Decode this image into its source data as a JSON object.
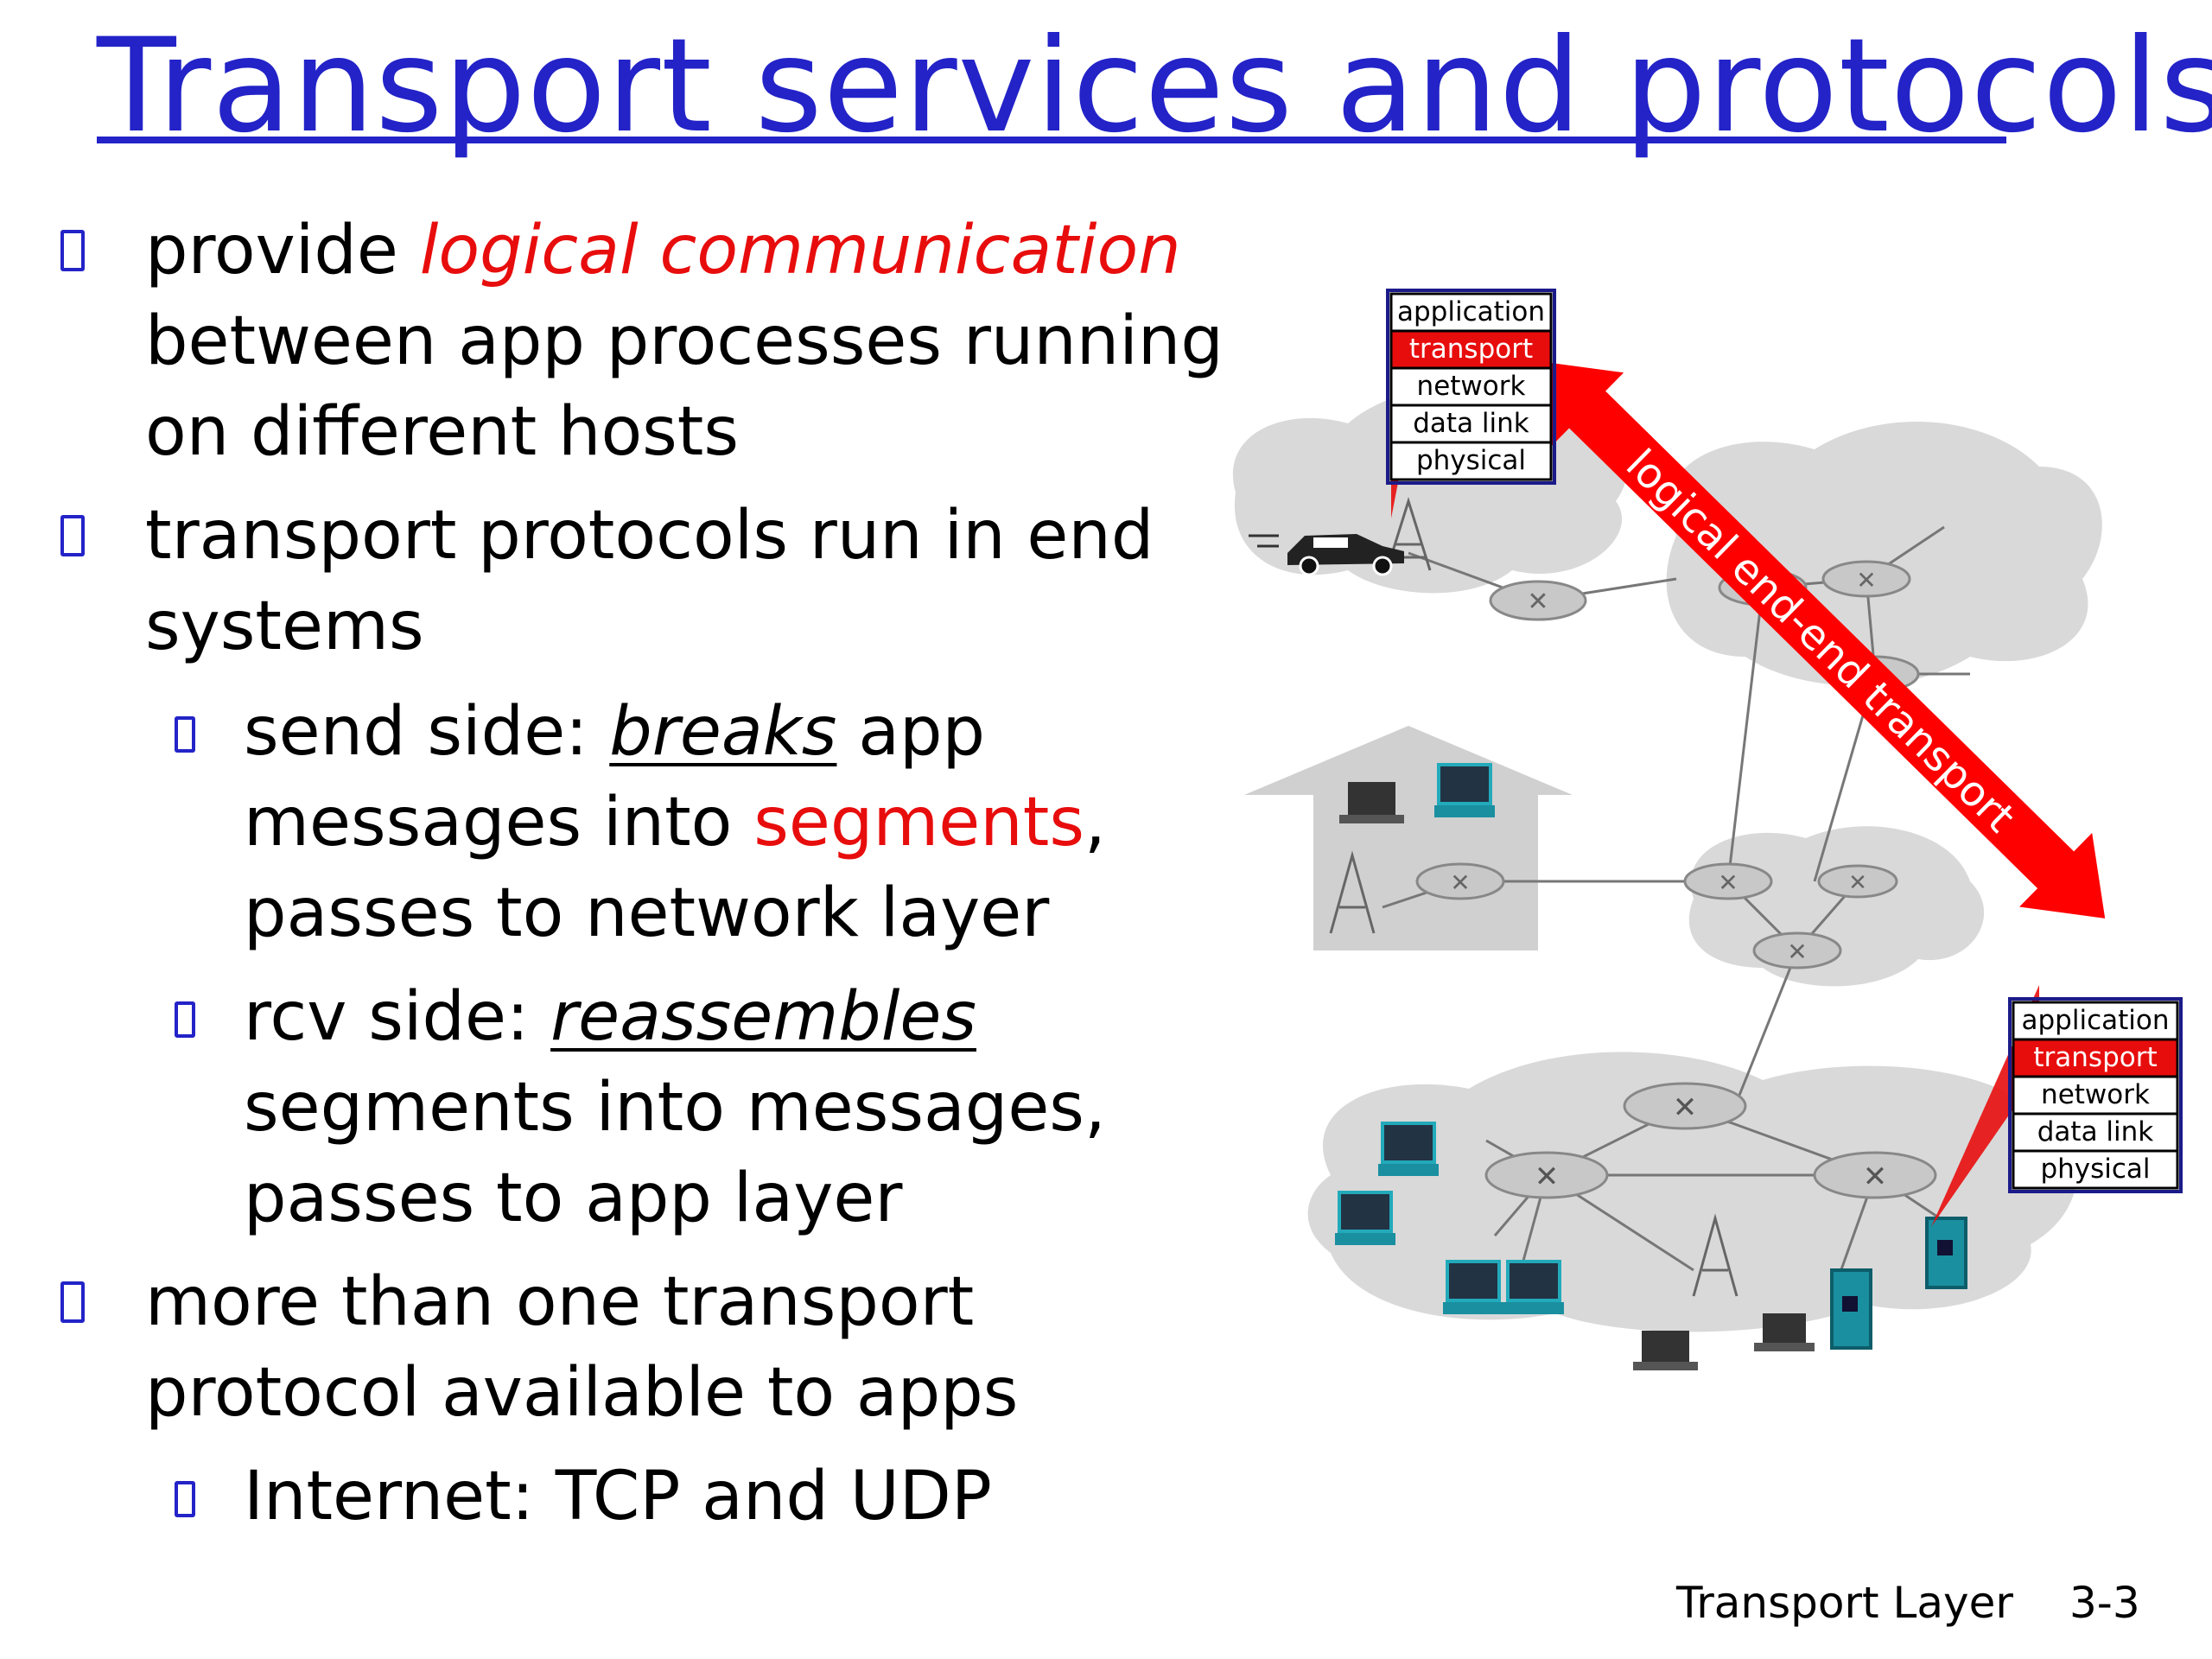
{
  "title": "Transport services and protocols",
  "bullets": [
    {
      "lines": [
        [
          "provide ",
          {
            "text": "logical communication",
            "style": "red-italic"
          }
        ],
        [
          "between app processes running"
        ],
        [
          "on different hosts"
        ]
      ]
    },
    {
      "lines": [
        [
          "transport protocols run in end"
        ],
        [
          "systems"
        ]
      ]
    },
    {
      "sub": true,
      "lines": [
        [
          "send side: ",
          {
            "text": "breaks",
            "style": "italic-underline"
          },
          " app"
        ],
        [
          "messages into ",
          {
            "text": "segments",
            "style": "red"
          },
          ","
        ],
        [
          "passes to  network layer"
        ]
      ]
    },
    {
      "sub": true,
      "lines": [
        [
          "rcv side: ",
          {
            "text": "reassembles",
            "style": "italic-underline"
          }
        ],
        [
          "segments into messages,"
        ],
        [
          "passes to app layer"
        ]
      ]
    },
    {
      "lines": [
        [
          "more than one transport"
        ],
        [
          "protocol available to apps"
        ]
      ]
    },
    {
      "sub": true,
      "lines": [
        [
          "Internet: TCP and UDP"
        ]
      ]
    }
  ],
  "text": {
    "b1_plain": "provide ",
    "b1_red": "logical communication",
    "b1_l2": "between app processes running",
    "b1_l3": "on different hosts",
    "b2_l1": "transport protocols run in end",
    "b2_l2": "systems",
    "s1_pre": "send side: ",
    "s1_u": "breaks",
    "s1_post": " app",
    "s1_l2_pre": "messages into ",
    "s1_l2_red": "segments",
    "s1_l2_post": ",",
    "s1_l3": "passes to  network layer",
    "s2_pre": "rcv side: ",
    "s2_u": "reassembles",
    "s2_l2": "segments into messages,",
    "s2_l3": "passes to app layer",
    "b3_l1": "more than one transport",
    "b3_l2": "protocol available to apps",
    "s3_l1": "Internet: TCP and UDP"
  },
  "diagram": {
    "arrow_label": "logical end-end transport",
    "stack_top": [
      "application",
      "transport",
      "network",
      "data link",
      "physical"
    ],
    "stack_bottom": [
      "application",
      "transport",
      "network",
      "data link",
      "physical"
    ],
    "highlight_layer": "transport"
  },
  "footer": {
    "label": "Transport Layer",
    "page": "3-3"
  },
  "colors": {
    "title": "#2323c8",
    "accent_red": "#e80d0d",
    "cloud": "#d9d9d9",
    "bullet_mark": "#2323c8"
  }
}
